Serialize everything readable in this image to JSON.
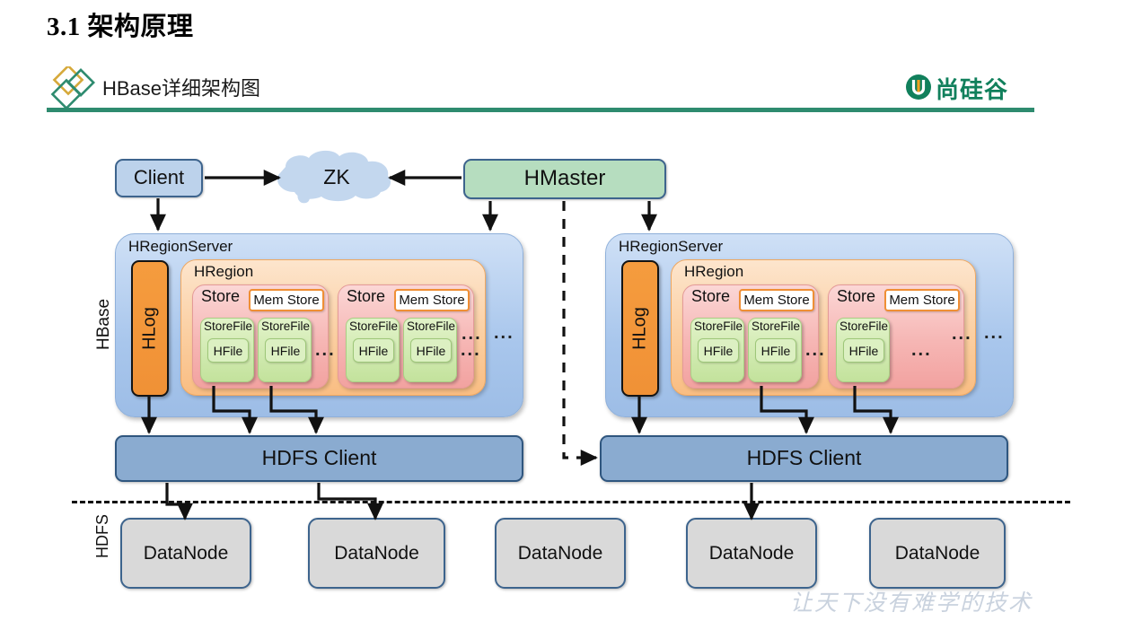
{
  "header": {
    "title": "3.1  架构原理",
    "subtitle": "HBase详细架构图",
    "brand_name": "尚硅谷",
    "brand_color": "#11805c",
    "rule_color": "#2e8b6f",
    "diamond_icon": "diamond-pair-icon",
    "brand_icon": "u-circle-icon"
  },
  "diagram": {
    "layer_labels": {
      "hbase": "HBase",
      "hdfs": "HDFS"
    },
    "client": {
      "label": "Client",
      "color": "#bcd2eb"
    },
    "zk": {
      "label": "ZK",
      "color": "#c3d7ee"
    },
    "hmaster": {
      "label": "HMaster",
      "color": "#b6ddbf"
    },
    "regionservers": [
      {
        "label": "HRegionServer",
        "hlog": "HLog",
        "hregion": {
          "label": "HRegion",
          "stores": [
            {
              "label": "Store",
              "memstore": "Mem Store",
              "storefiles": [
                {
                  "label": "StoreFile",
                  "hfile": "HFile"
                },
                {
                  "label": "StoreFile",
                  "hfile": "HFile"
                }
              ],
              "trailing_dots": "..."
            },
            {
              "label": "Store",
              "memstore": "Mem Store",
              "storefiles": [
                {
                  "label": "StoreFile",
                  "hfile": "HFile"
                },
                {
                  "label": "StoreFile",
                  "hfile": "HFile"
                }
              ],
              "trailing_dots": "..."
            }
          ],
          "trailing_dots": "..."
        },
        "trailing_dots": "..."
      },
      {
        "label": "HRegionServer",
        "hlog": "HLog",
        "hregion": {
          "label": "HRegion",
          "stores": [
            {
              "label": "Store",
              "memstore": "Mem Store",
              "storefiles": [
                {
                  "label": "StoreFile",
                  "hfile": "HFile"
                },
                {
                  "label": "StoreFile",
                  "hfile": "HFile"
                }
              ],
              "trailing_dots": "..."
            },
            {
              "label": "Store",
              "memstore": "Mem Store",
              "storefiles": [
                {
                  "label": "StoreFile",
                  "hfile": "HFile"
                }
              ],
              "trailing_dots": "..."
            }
          ],
          "trailing_dots": "..."
        },
        "trailing_dots": "..."
      }
    ],
    "hdfs_clients": [
      {
        "label": "HDFS Client"
      },
      {
        "label": "HDFS Client"
      }
    ],
    "datanodes": [
      {
        "label": "DataNode"
      },
      {
        "label": "DataNode"
      },
      {
        "label": "DataNode"
      },
      {
        "label": "DataNode"
      },
      {
        "label": "DataNode"
      }
    ]
  },
  "watermark": {
    "text": "让天下没有难学的技术"
  }
}
